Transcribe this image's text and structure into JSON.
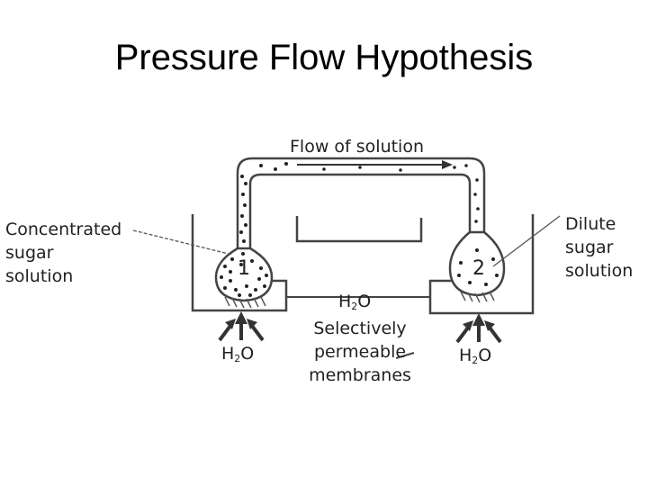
{
  "slide": {
    "title": "Pressure Flow Hypothesis"
  },
  "diagram": {
    "flow_label": "Flow of solution",
    "left_label_lines": [
      "Concentrated",
      "sugar",
      "solution"
    ],
    "right_label_lines": [
      "Dilute",
      "sugar",
      "solution"
    ],
    "bulb_left_number": "1",
    "bulb_right_number": "2",
    "water_main": "H",
    "water_sub": "2",
    "water_tail": "O",
    "membrane_label_lines": [
      "Selectively",
      "permeable",
      "membranes"
    ]
  }
}
